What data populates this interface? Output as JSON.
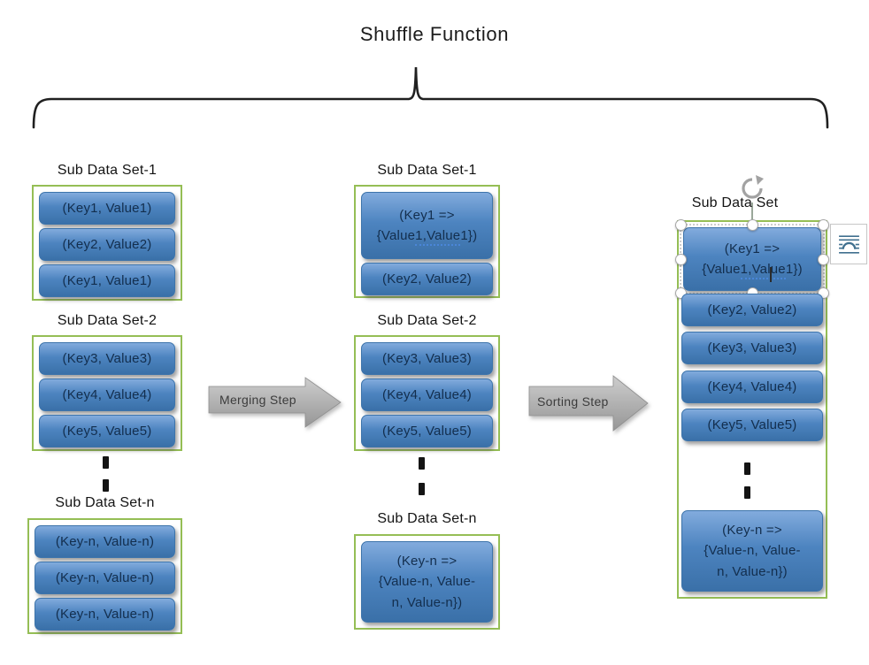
{
  "title": "Shuffle Function",
  "colors": {
    "box_blue": "#4D84C0",
    "container_green": "#95BE55",
    "arrow_gray": "#ABABAB",
    "text_navy": "#132E4D",
    "squiggle_blue": "#4A86D8"
  },
  "arrows": {
    "merging": "Merging Step",
    "sorting": "Sorting Step"
  },
  "col1": {
    "set1": {
      "header": "Sub Data Set-1",
      "row1": "(Key1, Value1)",
      "row2": "(Key2, Value2)",
      "row3": "(Key1, Value1)"
    },
    "set2": {
      "header": "Sub Data Set-2",
      "row1": "(Key3, Value3)",
      "row2": "(Key4, Value4)",
      "row3": "(Key5, Value5)"
    },
    "setn": {
      "header": "Sub Data Set-n",
      "row1": "(Key-n, Value-n)",
      "row2": "(Key-n, Value-n)",
      "row3": "(Key-n, Value-n)"
    }
  },
  "col2": {
    "set1": {
      "header": "Sub Data Set-1",
      "merged_line1": "(Key1 =>",
      "merged_pre": "{Value",
      "merged_ul": "1,Value",
      "merged_post": "1})",
      "row2": "(Key2, Value2)"
    },
    "set2": {
      "header": "Sub Data Set-2",
      "row1": "(Key3, Value3)",
      "row2": "(Key4, Value4)",
      "row3": "(Key5, Value5)"
    },
    "setn": {
      "header": "Sub Data Set-n",
      "line1": "(Key-n =>",
      "line2": "{Value-n, Value-",
      "line3": "n, Value-n})"
    }
  },
  "col3": {
    "header": "Sub Data Set",
    "merged_line1": "(Key1 =>",
    "merged_pre": "{Value",
    "merged_ul": "1,Value",
    "merged_post": "1})",
    "row2": "(Key2, Value2)",
    "row3": "(Key3, Value3)",
    "row4": "(Key4, Value4)",
    "row5": "(Key5, Value5)",
    "rown_line1": "(Key-n =>",
    "rown_line2": "{Value-n, Value-",
    "rown_line3": "n, Value-n})"
  }
}
